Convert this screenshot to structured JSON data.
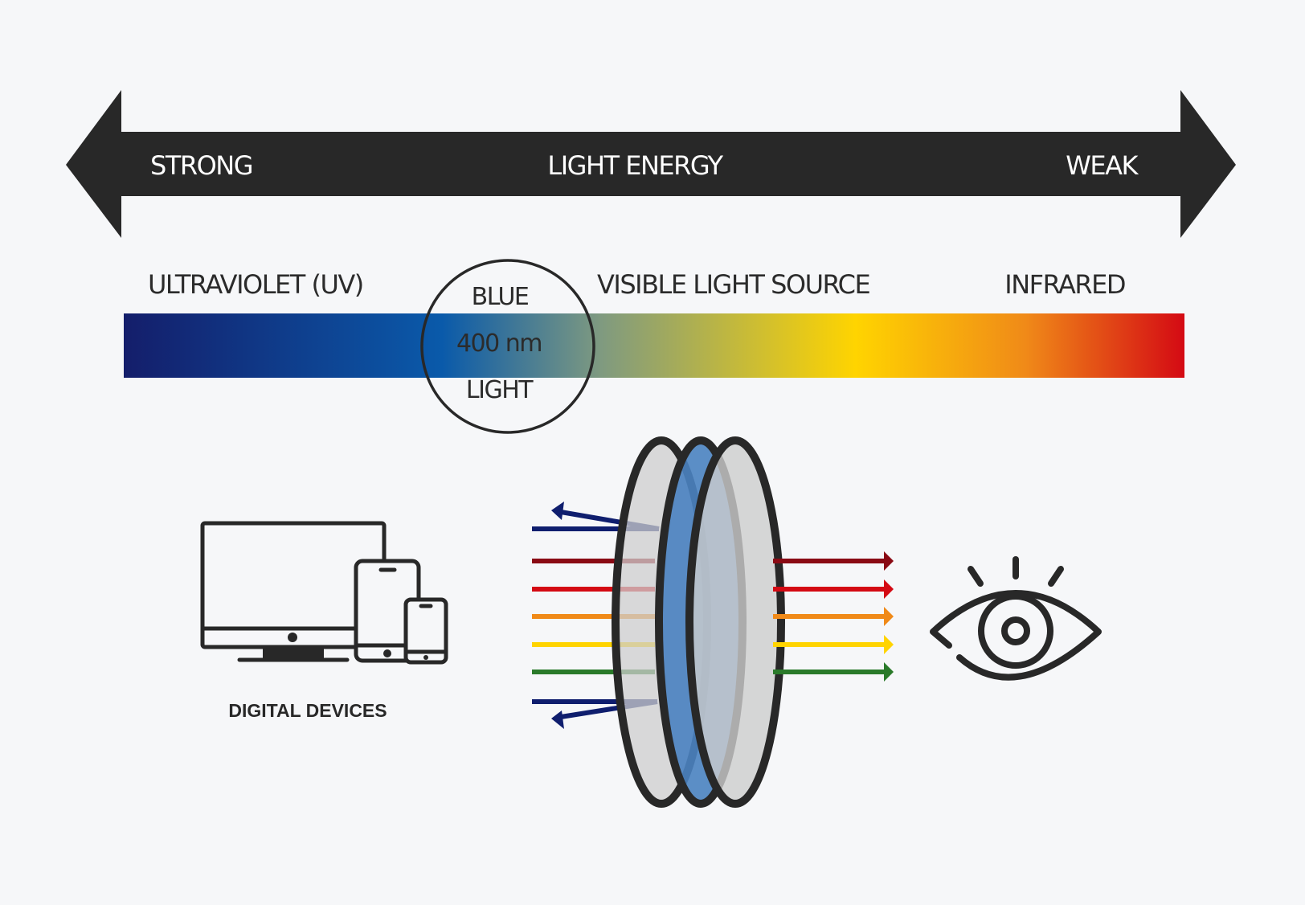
{
  "energy_arrow": {
    "left_label": "STRONG",
    "center_label": "LIGHT ENERGY",
    "right_label": "WEAK",
    "color": "#282828"
  },
  "spectrum": {
    "uv_label": "ULTRAVIOLET (UV)",
    "visible_label": "VISIBLE LIGHT SOURCE",
    "infrared_label": "INFRARED",
    "colors": [
      "#141e6b",
      "#0a5aaa",
      "#7f9a80",
      "#ffd400",
      "#f08a18",
      "#d40a14"
    ]
  },
  "blue_light_marker": {
    "line1": "BLUE",
    "line2": "400 nm",
    "line3": "LIGHT"
  },
  "devices": {
    "icon": "devices-icon",
    "label": "DIGITAL DEVICES"
  },
  "lens_filter": {
    "icon": "lens-stack-icon",
    "lens_gray": "#cdcdcd",
    "lens_blue": "#4a82c0",
    "reflected_color": "#0f1e6e",
    "transmitted_colors": [
      "#8a0a14",
      "#d40a14",
      "#f08a18",
      "#ffd400",
      "#2a7a2a"
    ]
  },
  "eye": {
    "icon": "eye-icon"
  }
}
